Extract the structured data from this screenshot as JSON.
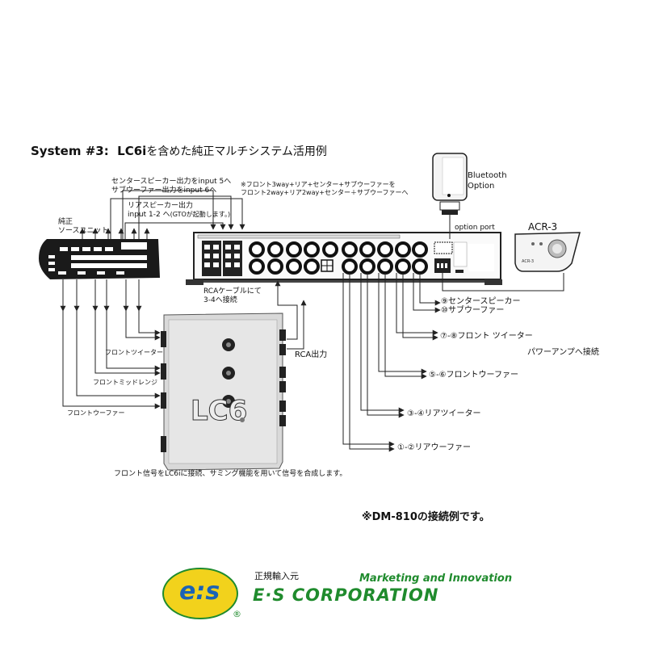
{
  "title": {
    "system": "System #3:",
    "product": "LC6i",
    "rest": "を含めた純正マルチシステム活用例"
  },
  "source_unit": {
    "label_line1": "純正",
    "label_line2": "ソースユニット"
  },
  "notes": {
    "center_sub_line1": "センタースピーカー出力をinput 5へ",
    "center_sub_line2": "サブウーファー出力をinput 6へ",
    "rear_line1": "リアスピーカー出力",
    "rear_line2_main": "input 1-2 へ",
    "rear_line2_small": "(GTOが起動します。)",
    "config_line1": "※フロント3way+リア+センター+サブウーファーを",
    "config_line2": "フロント2way+リア2way+センター＋サブウーファーへ",
    "rca_cable_line1": "RCAケーブルにて",
    "rca_cable_line2": "3-4へ接続",
    "rca_out": "RCA出力",
    "front_tweeter": "フロントツイーター",
    "front_mid": "フロントミッドレンジ",
    "front_woofer": "フロントウーファー",
    "summing": "フロント信号をLC6iに接続、サミング機能を用いて信号を合成します。",
    "power_amp": "パワーアンプへ接続",
    "dm810": "※DM-810の接続例です。"
  },
  "outputs": {
    "center": "⑨センタースピーカー",
    "sub": "⑩サブウーファー",
    "front_tweeter": "⑦-⑧フロント ツイーター",
    "front_woofer": "⑤-⑥フロントウーファー",
    "rear_tweeter": "③-④リアツイーター",
    "rear_woofer": "①-②リアウーファー"
  },
  "bluetooth": {
    "line1": "Bluetooth",
    "line2": "Option"
  },
  "option_port": "option port",
  "acr": {
    "model": "ACR-3"
  },
  "footer": {
    "importer": "正規輸入元",
    "marketing": "Marketing and Innovation",
    "corp": "E·S CORPORATION",
    "logo": "e:s",
    "registered": "®"
  },
  "colors": {
    "brand_green": "#1f8b2d",
    "logo_yellow": "#f2d21c",
    "logo_text_blue": "#1b63b5",
    "device_gray": "#d9d9d9"
  }
}
